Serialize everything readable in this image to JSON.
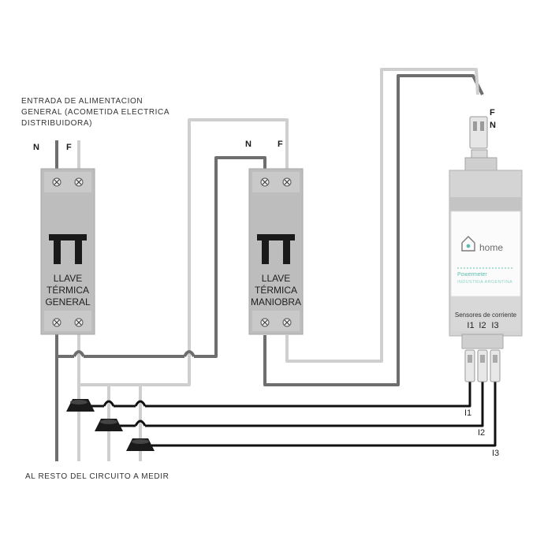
{
  "supply_label": {
    "line1": "ENTRADA DE ALIMENTACION",
    "line2": "GENERAL (ACOMETIDA ELECTRICA",
    "line3": "DISTRIBUIDORA)"
  },
  "main_breaker": {
    "n": "N",
    "f": "F",
    "line1": "LLAVE",
    "line2": "TÉRMICA",
    "line3": "GENERAL"
  },
  "aux_breaker": {
    "n": "N",
    "f": "F",
    "line1": "LLAVE",
    "line2": "TÉRMICA",
    "line3": "MANIOBRA"
  },
  "meter": {
    "f": "F",
    "n": "N",
    "brand": "home",
    "product": "Powermeter",
    "subtitle": "INDUSTRIA ARGENTINA",
    "sensors_title": "Sensores de corriente",
    "i1": "I1",
    "i2": "I2",
    "i3": "I3"
  },
  "sensor_labels": {
    "i1": "I1",
    "i2": "I2",
    "i3": "I3"
  },
  "footer_label": "AL RESTO DEL CIRCUITO A MEDIR",
  "colors": {
    "neutral_wire": "#6e6e6e",
    "phase_wire": "#cfcfcf",
    "sensor_wire": "#111111",
    "breaker_body": "#bdbdbd",
    "meter_accent": "#5bbfae"
  }
}
